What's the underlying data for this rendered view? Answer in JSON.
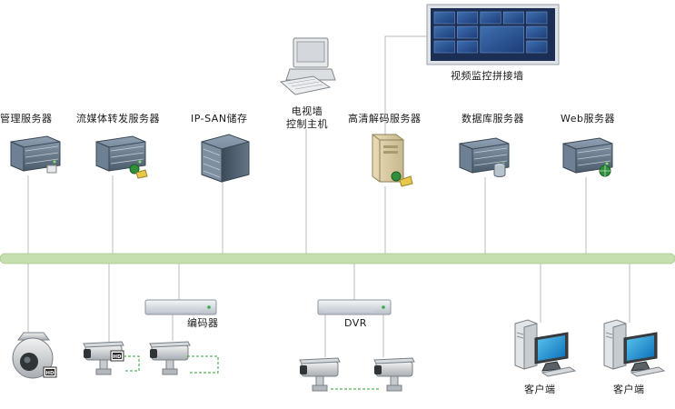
{
  "servers": [
    {
      "label": "管理服务器",
      "icon": "rack-server-icon"
    },
    {
      "label": "流媒体转发服务器",
      "icon": "rack-server-network-icon"
    },
    {
      "label": "IP-SAN储存",
      "icon": "storage-array-icon"
    },
    {
      "label": "高清解码服务器",
      "icon": "tower-server-icon"
    },
    {
      "label": "数据库服务器",
      "icon": "database-server-icon"
    },
    {
      "label": "Web服务器",
      "icon": "web-server-icon"
    }
  ],
  "control_host": {
    "line1": "电视墙",
    "line2": "控制主机",
    "icon": "desktop-computer-icon"
  },
  "video_wall": {
    "label": "视频监控拼接墙",
    "icon": "video-wall-icon"
  },
  "encoder": {
    "label": "编码器",
    "icon": "encoder-device-icon"
  },
  "dvr": {
    "label": "DVR",
    "icon": "dvr-device-icon"
  },
  "clients": [
    {
      "label": "客户端",
      "icon": "client-computer-icon"
    },
    {
      "label": "客户端",
      "icon": "client-computer-icon"
    }
  ],
  "cameras": [
    {
      "icon": "dome-camera-icon",
      "badge": "HD"
    },
    {
      "icon": "bullet-camera-icon",
      "badge": "HD"
    },
    {
      "icon": "bullet-camera-icon"
    },
    {
      "icon": "bullet-camera-icon"
    },
    {
      "icon": "bullet-camera-icon"
    }
  ],
  "colors": {
    "network_bus": "#c6dfae",
    "link_line": "#b8bcc0",
    "dashed_link": "#2ca02c"
  }
}
